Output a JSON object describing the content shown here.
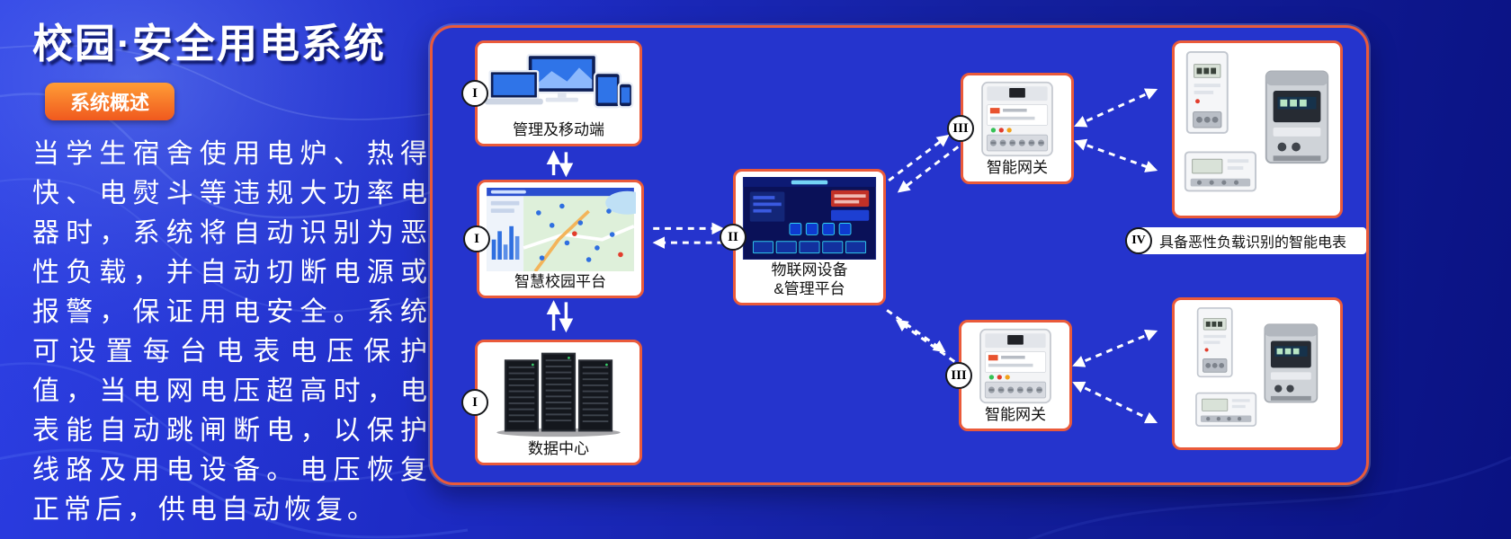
{
  "page": {
    "title": "校园·安全用电系统",
    "overview_badge": "系统概述",
    "description": "当学生宿舍使用电炉、热得快、电熨斗等违规大功率电器时，系统将自动识别为恶性负载，并自动切断电源或报警，保证用电安全。系统可设置每台电表电压保护值，当电网电压超高时，电表能自动跳闸断电，以保护线路及用电设备。电压恢复正常后，供电自动恢复。"
  },
  "diagram": {
    "mgmt": {
      "badge": "I",
      "label": "管理及移动端"
    },
    "campus": {
      "badge": "I",
      "label": "智慧校园平台"
    },
    "datacenter": {
      "badge": "I",
      "label": "数据中心"
    },
    "iot": {
      "badge": "II",
      "label_line1": "物联网设备",
      "label_line2": "&管理平台"
    },
    "gateway_top": {
      "badge": "III",
      "label": "智能网关"
    },
    "gateway_bottom": {
      "badge": "III",
      "label": "智能网关"
    },
    "meters": {
      "badge": "IV",
      "label": "具备恶性负载识别的智能电表"
    }
  },
  "colors": {
    "accent_orange": "#f0591e",
    "node_border": "#ea5a3a",
    "background_blue": "#1d2bc4",
    "panel_blue": "#2534cd"
  }
}
